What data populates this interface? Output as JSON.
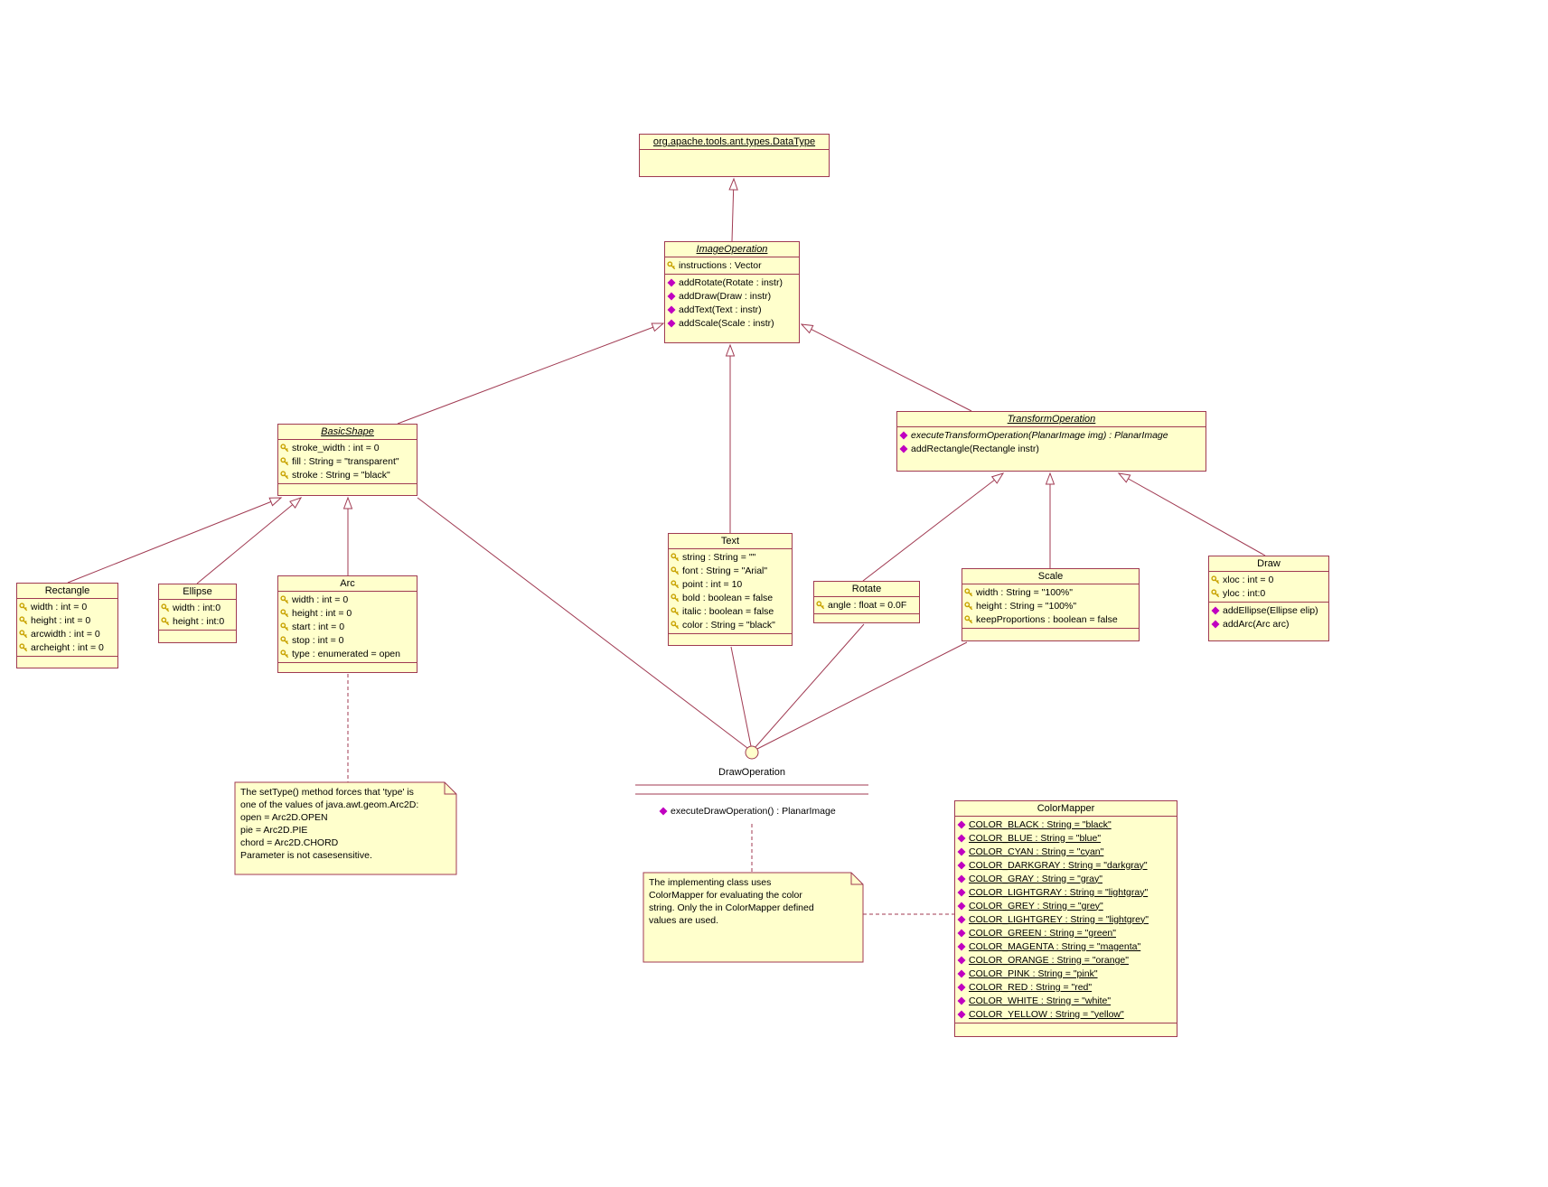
{
  "diagram": {
    "background": "#ffffff",
    "colors": {
      "box_fill": "#ffffcc",
      "box_border": "#a03a52",
      "line": "#a03a52",
      "text": "#000000",
      "method_icon": "#c000c0",
      "attr_icon": "#c8a200"
    }
  },
  "classes": [
    {
      "id": "datatype",
      "name": "org.apache.tools.ant.types.DataType",
      "abstract": false,
      "name_underline": true,
      "attributes": [],
      "methods": [],
      "empty_bottom": true
    },
    {
      "id": "imageoperation",
      "name": "ImageOperation",
      "abstract": true,
      "name_underline": true,
      "attributes": [
        {
          "text": "instructions : Vector"
        }
      ],
      "methods": [
        {
          "text": "addRotate(Rotate : instr)"
        },
        {
          "text": "addDraw(Draw : instr)"
        },
        {
          "text": "addText(Text : instr)"
        },
        {
          "text": "addScale(Scale : instr)"
        }
      ],
      "empty_bottom": false
    },
    {
      "id": "basicshape",
      "name": "BasicShape",
      "abstract": true,
      "name_underline": true,
      "attributes": [
        {
          "text": "stroke_width : int = 0"
        },
        {
          "text": "fill : String = \"transparent\""
        },
        {
          "text": "stroke : String = \"black\""
        }
      ],
      "methods": [],
      "empty_bottom": true
    },
    {
      "id": "transformoperation",
      "name": "TransformOperation",
      "abstract": true,
      "name_underline": true,
      "attributes": [],
      "methods": [
        {
          "text": "executeTransformOperation(PlanarImage img) : PlanarImage",
          "italic": true
        },
        {
          "text": "addRectangle(Rectangle instr)"
        }
      ],
      "empty_bottom": false
    },
    {
      "id": "rectangle",
      "name": "Rectangle",
      "abstract": false,
      "attributes": [
        {
          "text": "width : int = 0"
        },
        {
          "text": "height : int = 0"
        },
        {
          "text": "arcwidth : int = 0"
        },
        {
          "text": "archeight : int = 0"
        }
      ],
      "methods": [],
      "empty_bottom": true
    },
    {
      "id": "ellipse",
      "name": "Ellipse",
      "abstract": false,
      "attributes": [
        {
          "text": "width : int:0"
        },
        {
          "text": "height : int:0"
        }
      ],
      "methods": [],
      "empty_bottom": true
    },
    {
      "id": "arc",
      "name": "Arc",
      "abstract": false,
      "attributes": [
        {
          "text": "width : int = 0"
        },
        {
          "text": "height : int = 0"
        },
        {
          "text": "start : int = 0"
        },
        {
          "text": "stop : int = 0"
        },
        {
          "text": "type : enumerated = open"
        }
      ],
      "methods": [],
      "empty_bottom": true
    },
    {
      "id": "text",
      "name": "Text",
      "abstract": false,
      "attributes": [
        {
          "text": "string : String = \"\""
        },
        {
          "text": "font : String = \"Arial\""
        },
        {
          "text": "point : int = 10"
        },
        {
          "text": "bold : boolean = false"
        },
        {
          "text": "italic : boolean = false"
        },
        {
          "text": "color : String = \"black\""
        }
      ],
      "methods": [],
      "empty_bottom": true
    },
    {
      "id": "rotate",
      "name": "Rotate",
      "abstract": false,
      "attributes": [
        {
          "text": "angle : float = 0.0F"
        }
      ],
      "methods": [],
      "empty_bottom": true
    },
    {
      "id": "scale",
      "name": "Scale",
      "abstract": false,
      "attributes": [
        {
          "text": "width : String = \"100%\""
        },
        {
          "text": "height : String = \"100%\""
        },
        {
          "text": "keepProportions : boolean = false"
        }
      ],
      "methods": [],
      "empty_bottom": true
    },
    {
      "id": "draw",
      "name": "Draw",
      "abstract": false,
      "attributes": [
        {
          "text": "xloc : int = 0"
        },
        {
          "text": "yloc : int:0"
        }
      ],
      "methods": [
        {
          "text": "addEllipse(Ellipse elip)"
        },
        {
          "text": "addArc(Arc arc)"
        }
      ],
      "empty_bottom": false
    },
    {
      "id": "colormapper",
      "name": "ColorMapper",
      "abstract": false,
      "attributes": [
        {
          "text": "COLOR_BLACK : String = \"black\"",
          "underline": true,
          "icon": "method"
        },
        {
          "text": "COLOR_BLUE : String = \"blue\"",
          "underline": true,
          "icon": "method"
        },
        {
          "text": "COLOR_CYAN : String = \"cyan\"",
          "underline": true,
          "icon": "method"
        },
        {
          "text": "COLOR_DARKGRAY : String = \"darkgray\"",
          "underline": true,
          "icon": "method"
        },
        {
          "text": "COLOR_GRAY : String = \"gray\"",
          "underline": true,
          "icon": "method"
        },
        {
          "text": "COLOR_LIGHTGRAY : String = \"lightgray\"",
          "underline": true,
          "icon": "method"
        },
        {
          "text": "COLOR_GREY : String = \"grey\"",
          "underline": true,
          "icon": "method"
        },
        {
          "text": "COLOR_LIGHTGREY : String = \"lightgrey\"",
          "underline": true,
          "icon": "method"
        },
        {
          "text": "COLOR_GREEN : String = \"green\"",
          "underline": true,
          "icon": "method"
        },
        {
          "text": "COLOR_MAGENTA : String = \"magenta\"",
          "underline": true,
          "icon": "method"
        },
        {
          "text": "COLOR_ORANGE : String = \"orange\"",
          "underline": true,
          "icon": "method"
        },
        {
          "text": "COLOR_PINK : String = \"pink\"",
          "underline": true,
          "icon": "method"
        },
        {
          "text": "COLOR_RED : String = \"red\"",
          "underline": true,
          "icon": "method"
        },
        {
          "text": "COLOR_WHITE : String = \"white\"",
          "underline": true,
          "icon": "method"
        },
        {
          "text": "COLOR_YELLOW : String = \"yellow\"",
          "underline": true,
          "icon": "method"
        }
      ],
      "methods": [],
      "empty_bottom": true
    }
  ],
  "interface": {
    "name": "DrawOperation",
    "method": "executeDrawOperation() : PlanarImage"
  },
  "notes": [
    {
      "id": "arc-note",
      "text": "The setType() method forces that 'type' is\none of the values of java.awt.geom.Arc2D:\nopen = Arc2D.OPEN\npie = Arc2D.PIE\nchord = Arc2D.CHORD\nParameter is not casesensitive."
    },
    {
      "id": "colormapper-note",
      "text": "The implementing class uses\nColorMapper for evaluating the color\nstring. Only the in ColorMapper defined\nvalues are used."
    }
  ]
}
